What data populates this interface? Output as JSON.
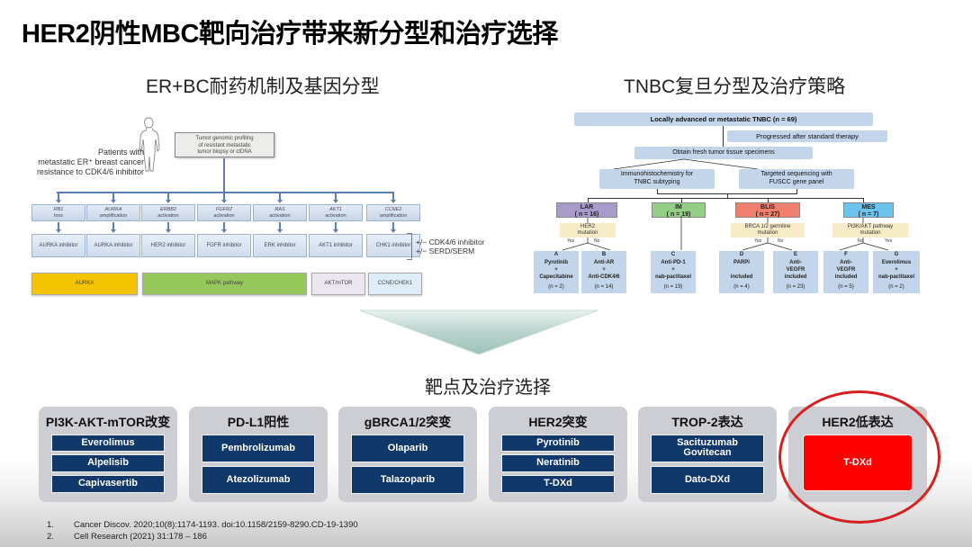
{
  "title": "HER2阴性MBC靶向治疗带来新分型和治疗选择",
  "left_panel": {
    "title": "ER+BC耐药机制及基因分型",
    "patients_text": [
      "Patients with",
      "metastatic ER⁺ breast cancer",
      "resistance to CDK4/6 inhibitor"
    ],
    "profiling_text": [
      "Tumor genomic profiling",
      "of resistant metastatic",
      "tumor biopsy or ctDNA"
    ],
    "alterations": [
      {
        "gene": "RB1",
        "event": "loss",
        "inhibitor": "AURKA inhibitor"
      },
      {
        "gene": "AURKA",
        "event": "amplification",
        "inhibitor": "AURKA inhibitor"
      },
      {
        "gene": "ERBB2",
        "event": "activation",
        "inhibitor": "HER2 inhibitor"
      },
      {
        "gene": "FGFR2",
        "event": "activation",
        "inhibitor": "FGFR inhibitor"
      },
      {
        "gene": "RAS",
        "event": "activation",
        "inhibitor": "ERK inhibitor"
      },
      {
        "gene": "AKT1",
        "event": "activation",
        "inhibitor": "AKT1 inhibitor"
      },
      {
        "gene": "CCNE2",
        "event": "amplification",
        "inhibitor": "CHK1 inhibitor"
      }
    ],
    "combo_text": [
      "+/− CDK4/6 inhibitor",
      "+/− SERD/SERM"
    ],
    "pathways": [
      {
        "label": "AURKA",
        "color": "#f5c400"
      },
      {
        "label": "MAPK pathway",
        "color": "#96c75a"
      },
      {
        "label": "AKT/mTOR",
        "color": "#ece6f1"
      },
      {
        "label": "CCNE/CHEK1",
        "color": "#ddeef8"
      }
    ]
  },
  "right_panel": {
    "title": "TNBC复旦分型及治疗策略",
    "top_box": "Locally advanced or metastatic TNBC (n = 69)",
    "progressed_box": "Progressed after standard therapy",
    "obtain_box": "Obtain fresh tumor tissue specimens",
    "ihc_box": [
      "Immunohistochemistry for",
      "TNBC subtyping"
    ],
    "seq_box": [
      "Targeted sequencing with",
      "FUSCC gene panel"
    ],
    "subtypes": [
      {
        "name": "LAR",
        "n": "( n = 16)",
        "color": "#a99bc9"
      },
      {
        "name": "IM",
        "n": "( n = 19)",
        "color": "#95cf85"
      },
      {
        "name": "BLIS",
        "n": "( n = 27)",
        "color": "#f07f6e"
      },
      {
        "name": "MES",
        "n": "( n = 7)",
        "color": "#6cc3ee"
      }
    ],
    "mutations": [
      [
        "HER2",
        "mutation"
      ],
      [
        "BRCA 1/2 germline",
        "mutation"
      ],
      [
        "PI3K/AKT pathway",
        "mutation"
      ]
    ],
    "yes_label": "Yes",
    "no_label": "No",
    "arms": [
      {
        "letter": "A",
        "lines": [
          "Pyrotinib",
          "+",
          "Capecitabine"
        ],
        "n": "(n = 2)"
      },
      {
        "letter": "B",
        "lines": [
          "Anti-AR",
          "+",
          "Anti-CDK4/6"
        ],
        "n": "(n = 14)"
      },
      {
        "letter": "C",
        "lines": [
          "Anti-PD-1",
          "+",
          "nab-paclitaxel"
        ],
        "n": "(n = 19)"
      },
      {
        "letter": "D",
        "lines": [
          "PARPi",
          "",
          "included"
        ],
        "n": "(n = 4)"
      },
      {
        "letter": "E",
        "lines": [
          "Anti-",
          "VEGFR",
          "included"
        ],
        "n": "(n = 23)"
      },
      {
        "letter": "F",
        "lines": [
          "Anti-",
          "VEGFR",
          "included"
        ],
        "n": "(n = 5)"
      },
      {
        "letter": "G",
        "lines": [
          "Everolimus",
          "+",
          "nab-paclitaxel"
        ],
        "n": "(n = 2)"
      }
    ]
  },
  "targets_title": "靶点及治疗选择",
  "cards": [
    {
      "title": "PI3K-AKT-mTOR改变",
      "drugs": [
        "Everolimus",
        "Alpelisib",
        "Capivasertib"
      ]
    },
    {
      "title": "PD-L1阳性",
      "drugs": [
        "Pembrolizumab",
        "Atezolizumab"
      ]
    },
    {
      "title": "gBRCA1/2突变",
      "drugs": [
        "Olaparib",
        "Talazoparib"
      ]
    },
    {
      "title": "HER2突变",
      "drugs": [
        "Pyrotinib",
        "Neratinib",
        "T-DXd"
      ]
    },
    {
      "title": "TROP-2表达",
      "drugs": [
        "Sacituzumab Govitecan",
        "Dato-DXd"
      ]
    },
    {
      "title": "HER2低表达",
      "drugs": [
        "T-DXd"
      ],
      "highlighted": true
    }
  ],
  "colors": {
    "drug_box": "#10386a",
    "highlight": "#ff0000",
    "circle": "#d62020"
  },
  "references": [
    {
      "num": "1.",
      "text": "Cancer Discov. 2020;10(8):1174-1193. doi:10.1158/2159-8290.CD-19-1390"
    },
    {
      "num": "2.",
      "text": "Cell Research (2021) 31:178 – 186"
    }
  ]
}
